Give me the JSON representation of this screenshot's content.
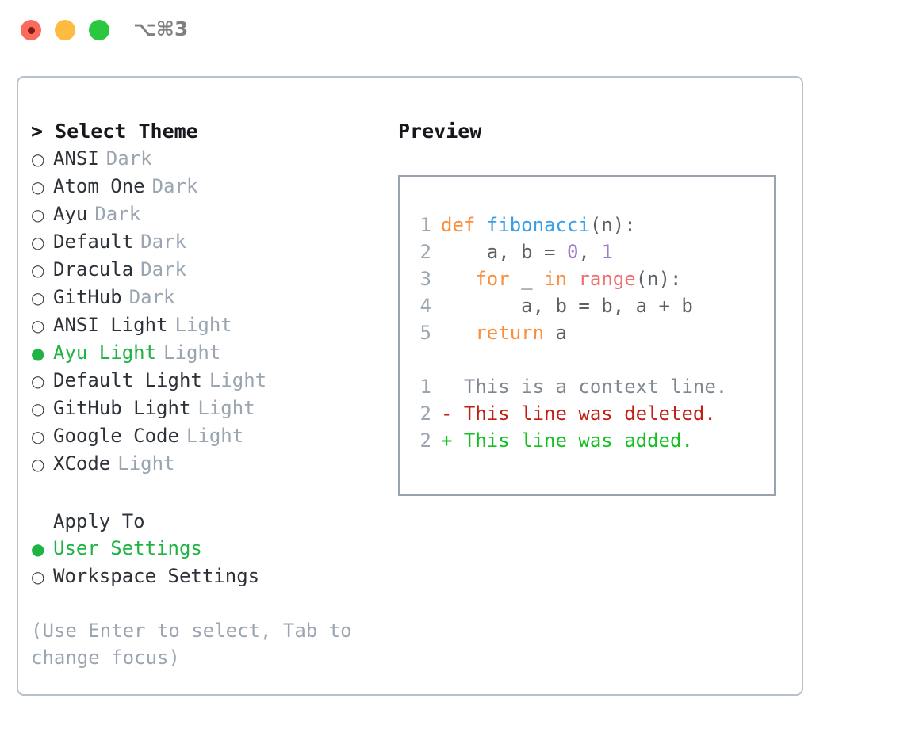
{
  "titlebar": {
    "shortcut": "⌥⌘3",
    "buttons": [
      "close",
      "minimize",
      "maximize"
    ]
  },
  "theme_picker": {
    "heading": "> Select Theme",
    "options": [
      {
        "marker": "○",
        "label": "ANSI",
        "kind": "Dark",
        "selected": false
      },
      {
        "marker": "○",
        "label": "Atom One",
        "kind": "Dark",
        "selected": false
      },
      {
        "marker": "○",
        "label": "Ayu",
        "kind": "Dark",
        "selected": false
      },
      {
        "marker": "○",
        "label": "Default",
        "kind": "Dark",
        "selected": false
      },
      {
        "marker": "○",
        "label": "Dracula",
        "kind": "Dark",
        "selected": false
      },
      {
        "marker": "○",
        "label": "GitHub",
        "kind": "Dark",
        "selected": false
      },
      {
        "marker": "○",
        "label": "ANSI Light",
        "kind": "Light",
        "selected": false
      },
      {
        "marker": "●",
        "label": "Ayu Light",
        "kind": "Light",
        "selected": true
      },
      {
        "marker": "○",
        "label": "Default Light",
        "kind": "Light",
        "selected": false
      },
      {
        "marker": "○",
        "label": "GitHub Light",
        "kind": "Light",
        "selected": false
      },
      {
        "marker": "○",
        "label": "Google Code",
        "kind": "Light",
        "selected": false
      },
      {
        "marker": "○",
        "label": "XCode",
        "kind": "Light",
        "selected": false
      }
    ]
  },
  "apply_to": {
    "heading": "Apply To",
    "options": [
      {
        "marker": "●",
        "label": "User Settings",
        "selected": true
      },
      {
        "marker": "○",
        "label": "Workspace Settings",
        "selected": false
      }
    ]
  },
  "hint": "(Use Enter to select, Tab to change focus)",
  "preview": {
    "heading": "Preview",
    "code_lines": [
      {
        "number": "1",
        "tokens": [
          {
            "text": "def ",
            "type": "kw"
          },
          {
            "text": "fibonacci",
            "type": "fn"
          },
          {
            "text": "(n):",
            "type": "punc"
          }
        ]
      },
      {
        "number": "2",
        "tokens": [
          {
            "text": "    a, b = ",
            "type": "var"
          },
          {
            "text": "0",
            "type": "num"
          },
          {
            "text": ", ",
            "type": "var"
          },
          {
            "text": "1",
            "type": "num"
          }
        ]
      },
      {
        "number": "3",
        "tokens": [
          {
            "text": "   ",
            "type": "var"
          },
          {
            "text": "for",
            "type": "kw"
          },
          {
            "text": " _ ",
            "type": "var"
          },
          {
            "text": "in",
            "type": "kw"
          },
          {
            "text": " ",
            "type": "var"
          },
          {
            "text": "range",
            "type": "bi"
          },
          {
            "text": "(n):",
            "type": "punc"
          }
        ]
      },
      {
        "number": "4",
        "tokens": [
          {
            "text": "       a, b = b, a + b",
            "type": "var"
          }
        ]
      },
      {
        "number": "5",
        "tokens": [
          {
            "text": "   ",
            "type": "var"
          },
          {
            "text": "return",
            "type": "kw"
          },
          {
            "text": " a",
            "type": "var"
          }
        ]
      }
    ],
    "diff_lines": [
      {
        "number": "1",
        "marker": "  ",
        "text": "This is a context line.",
        "type": "ctx"
      },
      {
        "number": "2",
        "marker": "- ",
        "text": "This line was deleted.",
        "type": "del"
      },
      {
        "number": "2",
        "marker": "+ ",
        "text": "This line was added.",
        "type": "add"
      }
    ]
  },
  "colors": {
    "accent_green": "#1fb344",
    "keyword_orange": "#fa8d3e",
    "function_blue": "#399ee6",
    "number_purple": "#a37acc",
    "builtin_red": "#f07171",
    "diff_deleted": "#c21d12",
    "diff_added": "#12c122",
    "muted_gray": "#9aa5b1",
    "border_gray": "#b9c2cc"
  }
}
